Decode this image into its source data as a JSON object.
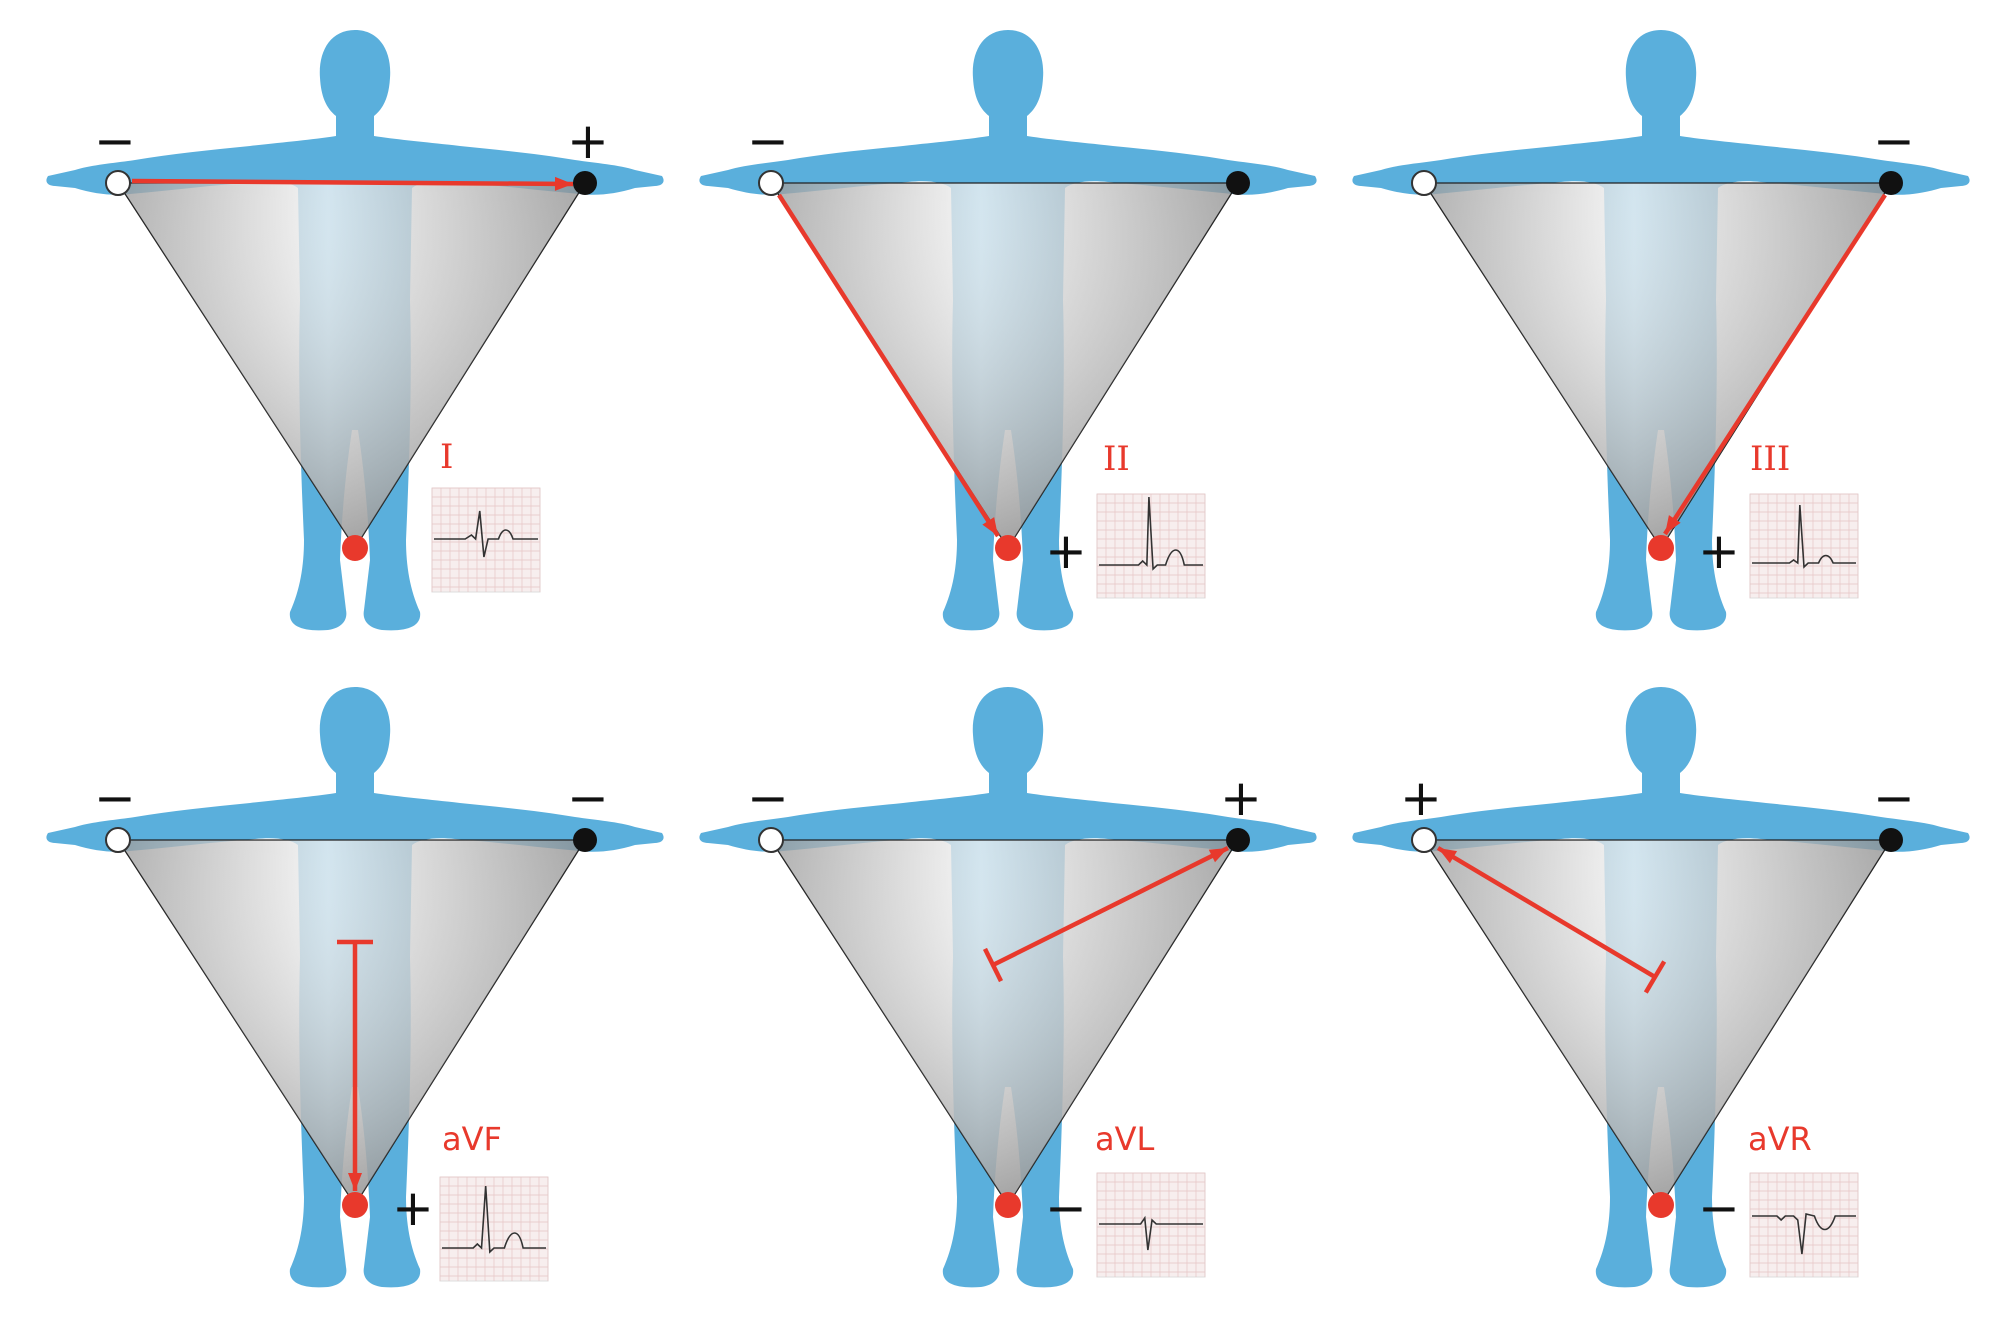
{
  "colors": {
    "body": "#5AAFDC",
    "arrow": "#E8392C",
    "label": "#E8392C",
    "electrode_negative_pole": "#ffffff",
    "electrode_positive_pole": "#111111",
    "electrode_leg": "#E8392C",
    "ecg_grid_bg": "#F7EEEE",
    "ecg_grid_line": "#E6C4C4",
    "ecg_trace": "#333333"
  },
  "leads": [
    {
      "label": "I",
      "type": "bipolar",
      "signs": {
        "right_arm": "−",
        "left_arm": "+",
        "left_leg": ""
      }
    },
    {
      "label": "II",
      "type": "bipolar",
      "signs": {
        "right_arm": "−",
        "left_arm": "",
        "left_leg": "+"
      }
    },
    {
      "label": "III",
      "type": "bipolar",
      "signs": {
        "right_arm": "",
        "left_arm": "−",
        "left_leg": "+"
      }
    },
    {
      "label": "aVF",
      "type": "augmented",
      "signs": {
        "right_arm": "−",
        "left_arm": "−",
        "left_leg": "+"
      }
    },
    {
      "label": "aVL",
      "type": "augmented",
      "signs": {
        "right_arm": "−",
        "left_arm": "+",
        "left_leg": "−"
      }
    },
    {
      "label": "aVR",
      "type": "augmented",
      "signs": {
        "right_arm": "+",
        "left_arm": "−",
        "left_leg": "−"
      }
    }
  ]
}
